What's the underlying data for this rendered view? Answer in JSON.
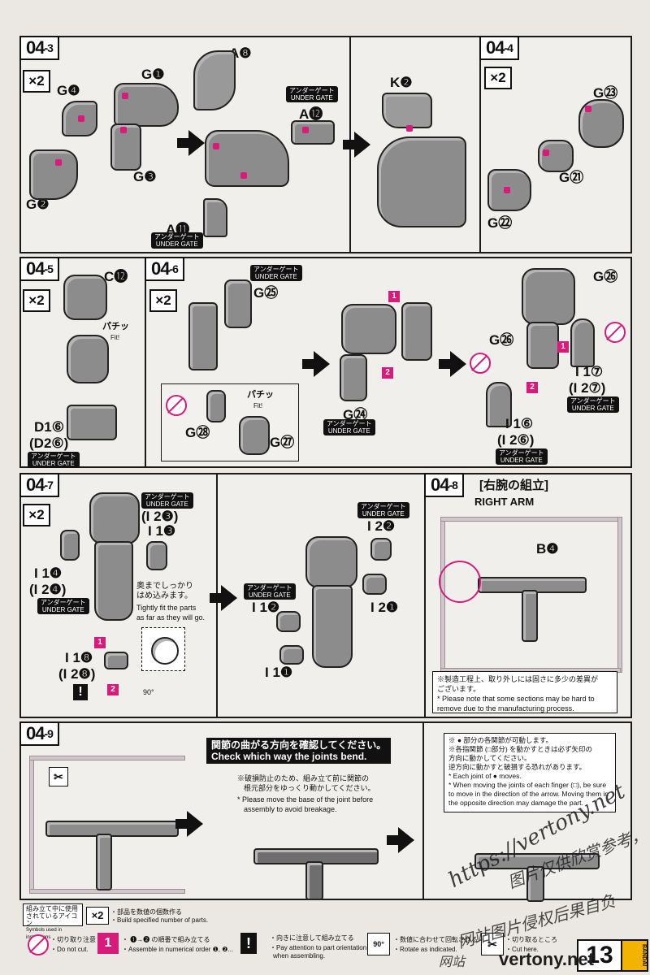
{
  "steps": {
    "s04_3": {
      "num": "04",
      "sub": "-3",
      "count": "×2",
      "labels": {
        "g4": "G❹",
        "g1": "G❶",
        "g3": "G❸",
        "g2": "G❷",
        "a8": "A❽",
        "a12": "A⓬",
        "a11": "A⓫"
      }
    },
    "s04_4": {
      "num": "04",
      "sub": "-4",
      "count": "×2",
      "labels": {
        "k2": "K❷",
        "g23": "G㉓",
        "g21": "G㉑",
        "g22": "G㉒"
      }
    },
    "s04_5": {
      "num": "04",
      "sub": "-5",
      "count": "×2",
      "labels": {
        "c12": "C⓬",
        "fit_jp": "パチッ",
        "fit_en": "Fit!",
        "d1": "D1⑥",
        "d2": "(D2⑥)"
      }
    },
    "s04_6": {
      "num": "04",
      "sub": "-6",
      "count": "×2",
      "labels": {
        "g25": "G㉕",
        "g24": "G㉔",
        "g28": "G㉘",
        "g27": "G㉗",
        "fit_jp": "パチッ",
        "fit_en": "Fit!",
        "g26a": "G㉖",
        "g26b": "G㉖",
        "i17": "I 1⑦",
        "i27": "(I 2⑦)",
        "i16": "I 1⑥",
        "i26": "(I 2⑥)",
        "n1": "1",
        "n2": "2",
        "n1b": "1",
        "n2b": "2"
      }
    },
    "s04_7": {
      "num": "04",
      "sub": "-7",
      "count": "×2",
      "labels": {
        "i23": "(I 2❸)",
        "i13": "I 1❸",
        "i14": "I 1❹",
        "i24": "(I 2❹)",
        "i18": "I 1❽",
        "i28": "(I 2❽)",
        "i22": "I 2❷",
        "i12": "I 1❷",
        "i21": "I 2❶",
        "i11": "I 1❶",
        "deg": "90°",
        "n1": "1",
        "n2": "2"
      },
      "tip_jp1": "奥までしっかり",
      "tip_jp2": "はめ込みます。",
      "tip_en1": "Tightly fit the parts",
      "tip_en2": "as far as they will go."
    },
    "s04_8": {
      "num": "04",
      "sub": "-8",
      "title_jp": "[右腕の組立]",
      "title_en": "RIGHT ARM",
      "b4": "B❹",
      "note_jp1": "※製造工程上、取り外しには固さに多少の差異が",
      "note_jp2": "ございます。",
      "note_en1": "* Please note that some sections may be hard to",
      "note_en2": "remove due to the manufacturing process."
    },
    "s04_9": {
      "num": "04",
      "sub": "-9",
      "check_jp": "関節の曲がる方向を確認してください。",
      "check_en": "Check which way the joints bend.",
      "jp1": "※破損防止のため、組み立て前に関節の",
      "jp2": "根元部分をゆっくり動かしてください。",
      "en1": "* Please move the base of the joint before",
      "en2": "assembly to avoid breakage.",
      "r_jp1": "※ ● 部分の各関節が可動します。",
      "r_jp2": "※各指関節 (□部分) を動かすときは必ず矢印の",
      "r_jp3": "方向に動かしてください。",
      "r_jp4": "逆方向に動かすと破損する恐れがあります。",
      "r_en1": "* Each joint of ● moves.",
      "r_en2": "* When moving the joints of each finger (□), be sure",
      "r_en3": "to move in the direction of the arrow. Moving them in",
      "r_en4": "the opposite direction may damage the part."
    }
  },
  "under_gate": {
    "jp": "アンダーゲート",
    "en": "UNDER GATE"
  },
  "legend": {
    "title_jp1": "組み立て中に使用",
    "title_jp2": "されているアイコン",
    "title_en": "Symbols used in instructions",
    "x2_jp": "・部品を数値の個数作る",
    "x2_en": "・Build specified number of parts.",
    "nocut_jp": "・切り取り注意",
    "nocut_en": "・Do not cut.",
    "order_jp": "・ ❶→❷ の順番で組み立てる",
    "order_en": "・Assemble in numerical order ❶, ❷...",
    "orient_jp": "・向きに注意して組み立てる",
    "orient_en1": "・Pay attention to part orientation",
    "orient_en2": "when assembling.",
    "rotate_jp": "・数値に合わせて回転させる",
    "rotate_en": "・Rotate as indicated.",
    "cut_jp": "・切り取るところ",
    "cut_en": "・Cut here."
  },
  "page_number": "13",
  "brand": "BANDAI",
  "watermarks": {
    "url": "https://vertony.net",
    "cn1": "网站",
    "cn2": "图片仅供欣赏参考，",
    "cn3": "网站图片侵权后果自负",
    "footer": "vertony.net"
  },
  "colors": {
    "accent": "#d81b7a",
    "gray_part": "#8d8c8c",
    "sprue": "#cfc7cb"
  }
}
